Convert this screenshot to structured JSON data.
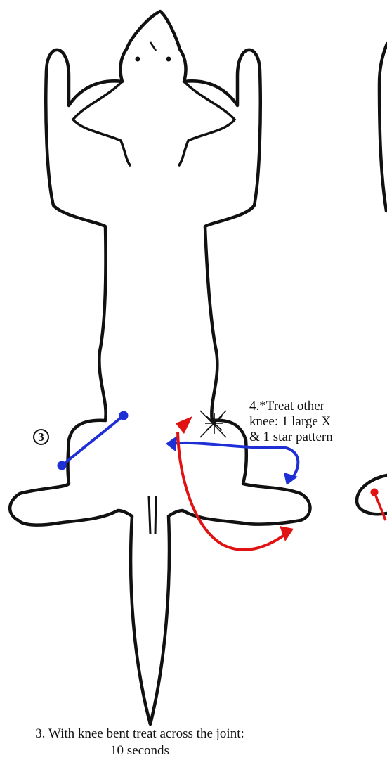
{
  "colors": {
    "outline": "#111111",
    "blue_stroke": "#1f2fd6",
    "red_path": "#e01212",
    "background": "#ffffff"
  },
  "step_badge": "3",
  "note": {
    "line1": "4.*Treat other",
    "line2": "knee: 1 large X",
    "line3": "& 1 star pattern"
  },
  "caption": {
    "line1": "3. With knee bent treat across the joint:",
    "line2": "10 seconds"
  },
  "icons": [
    "star-pattern-icon",
    "arrow-head-icon"
  ]
}
